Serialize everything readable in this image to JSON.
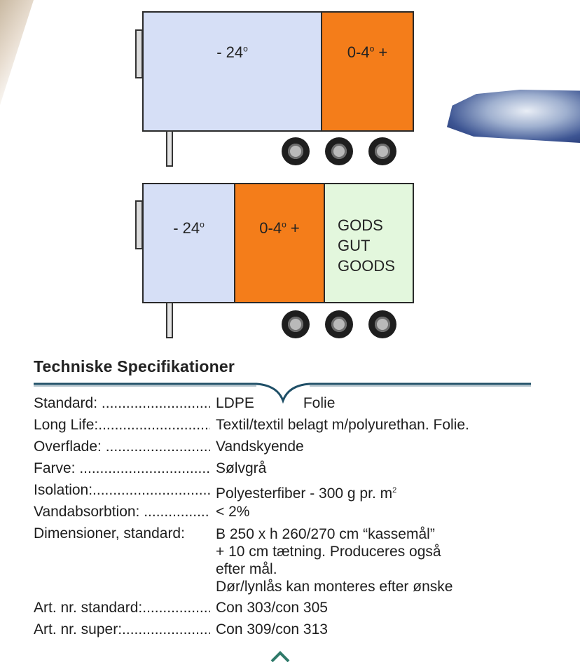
{
  "diagram": {
    "trailer1": {
      "compartments": [
        {
          "label": "- 24",
          "degree": "o",
          "suffix": ""
        },
        {
          "label": "0-4",
          "degree": "o",
          "suffix": " +"
        }
      ]
    },
    "trailer2": {
      "compartments": [
        {
          "label": "- 24",
          "degree": "o",
          "suffix": ""
        },
        {
          "label": "0-4",
          "degree": "o",
          "suffix": " +"
        },
        {
          "lines": [
            "GODS",
            "GUT",
            "GOODS"
          ]
        }
      ]
    }
  },
  "specs": {
    "title": "Techniske Specifikationer",
    "rows": [
      {
        "label": "Standard: .......................................",
        "value": "LDPE",
        "value2": "Folie"
      },
      {
        "label": "Long Life:........................................",
        "value": "Textil/textil belagt m/polyurethan. Folie."
      },
      {
        "label": "Overflade: ......................................",
        "value": "Vandskyende"
      },
      {
        "label": "Farve: ...........................................",
        "value": "Sølvgrå"
      },
      {
        "label": "Isolation:.........................................",
        "value": "Polyesterfiber - 300 g pr. m",
        "sup": "2"
      },
      {
        "label": "Vandabsorbtion: ..........................",
        "value": "< 2%"
      },
      {
        "label": "Dimensioner, standard:",
        "lines": [
          "B 250 x h 260/270 cm “kassemål”",
          "+ 10 cm tætning. Produceres også",
          "efter mål.",
          "Dør/lynlås kan monteres efter ønske"
        ]
      },
      {
        "label": "Art. nr. standard:............................",
        "value": "Con 303/con 305"
      },
      {
        "label": "Art. nr. super:..................................",
        "value": "Con 309/con 313"
      }
    ]
  },
  "colors": {
    "frozen": "#d6dff6",
    "chilled": "#f47d1a",
    "goods": "#e3f7dd",
    "rule": "#1f4f67"
  }
}
